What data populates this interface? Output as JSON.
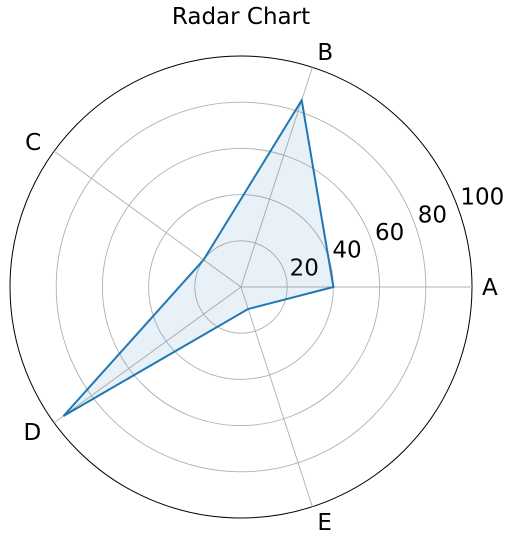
{
  "chart_data": {
    "type": "radar",
    "title": "Radar Chart",
    "categories": [
      "A",
      "B",
      "C",
      "D",
      "E"
    ],
    "values": [
      40,
      85,
      20,
      95,
      10
    ],
    "rlim": [
      0,
      100
    ],
    "rticks": [
      20,
      40,
      60,
      80,
      100
    ],
    "grid": true,
    "line_color": "#1f77b4",
    "fill_color": "#1f77b4"
  }
}
